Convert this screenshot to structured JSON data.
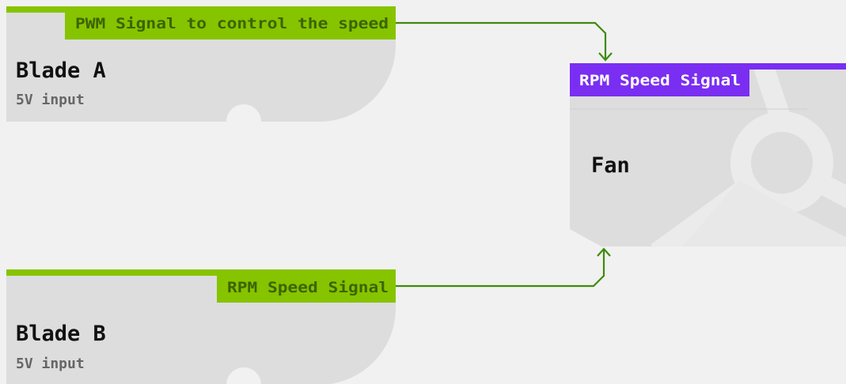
{
  "colors": {
    "background": "#f1f1f1",
    "card": "#dddddd",
    "card_cutout": "#f1f1f1",
    "signal_green": "#86c400",
    "signal_green_text": "#3c6400",
    "connector_green": "#3f8a0d",
    "purple": "#7a2ef2",
    "purple_text": "#ffffff",
    "title_text": "#111111",
    "subtitle_text": "#666666",
    "fan_watermark": "#eaeaea"
  },
  "blade_a": {
    "tag": "PWM Signal to control the speed",
    "title": "Blade A",
    "subtitle": "5V input"
  },
  "blade_b": {
    "tag": "RPM Speed Signal",
    "title": "Blade B",
    "subtitle": "5V input"
  },
  "fan": {
    "tag": "RPM Speed Signal",
    "title": "Fan",
    "watermark_icon": "fan-icon"
  },
  "connectors": [
    {
      "from": "blade_a",
      "to": "fan",
      "arrow": "arrow-down-icon"
    },
    {
      "from": "blade_b",
      "to": "fan",
      "arrow": "arrow-up-icon"
    }
  ]
}
